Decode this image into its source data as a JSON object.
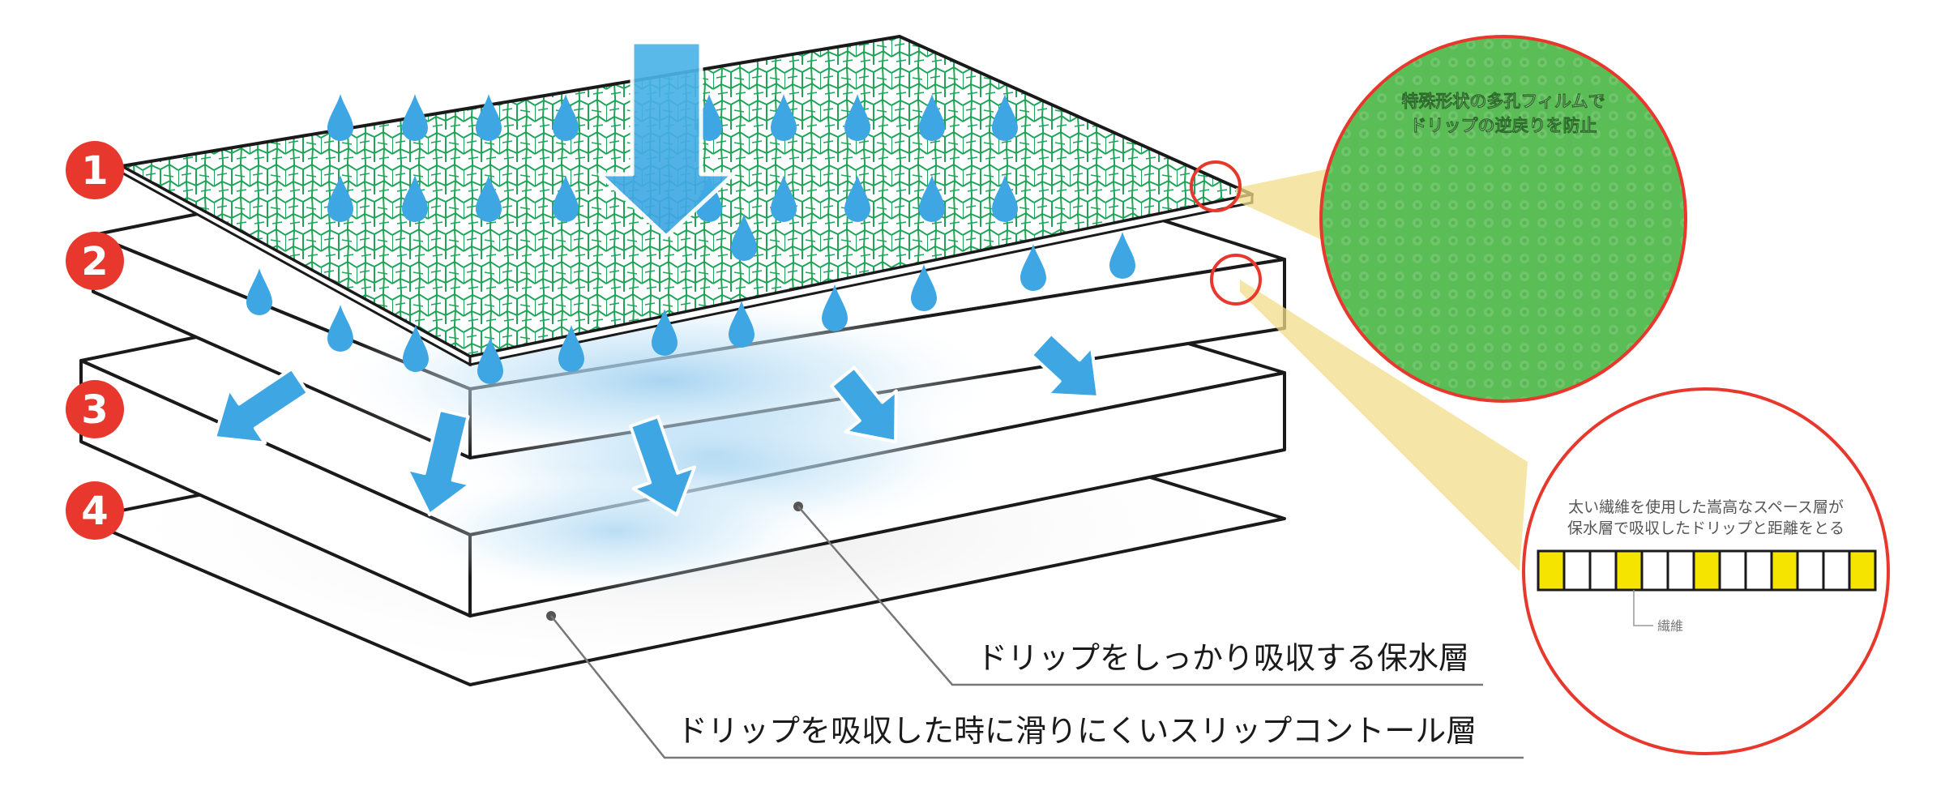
{
  "layers": [
    {
      "number": "1"
    },
    {
      "number": "2"
    },
    {
      "number": "3"
    },
    {
      "number": "4"
    }
  ],
  "labels": {
    "water_layer": "ドリップをしっかり吸収する保水層",
    "slip_layer": "ドリップを吸収した時に滑りにくいスリップコントール層"
  },
  "zoom_top": {
    "line1": "特殊形状の多孔フィルムで",
    "line2": "ドリップの逆戻りを防止"
  },
  "zoom_bottom": {
    "line1": "太い繊維を使用した嵩高なスペース層が",
    "line2": "保水層で吸収したドリップと距離をとる",
    "fiber_label": "繊維",
    "fiber_pattern": [
      "yellow",
      "white",
      "white",
      "yellow",
      "white",
      "white",
      "yellow",
      "white",
      "white",
      "yellow",
      "white",
      "white",
      "yellow"
    ]
  },
  "colors": {
    "badge_red": "#e8382d",
    "drop_blue": "#3ea6e3",
    "mesh_green": "#22a35a",
    "zoom_green": "#5ec25a",
    "callout_yellow": "#f2dc8a",
    "fiber_yellow": "#f5e400"
  }
}
